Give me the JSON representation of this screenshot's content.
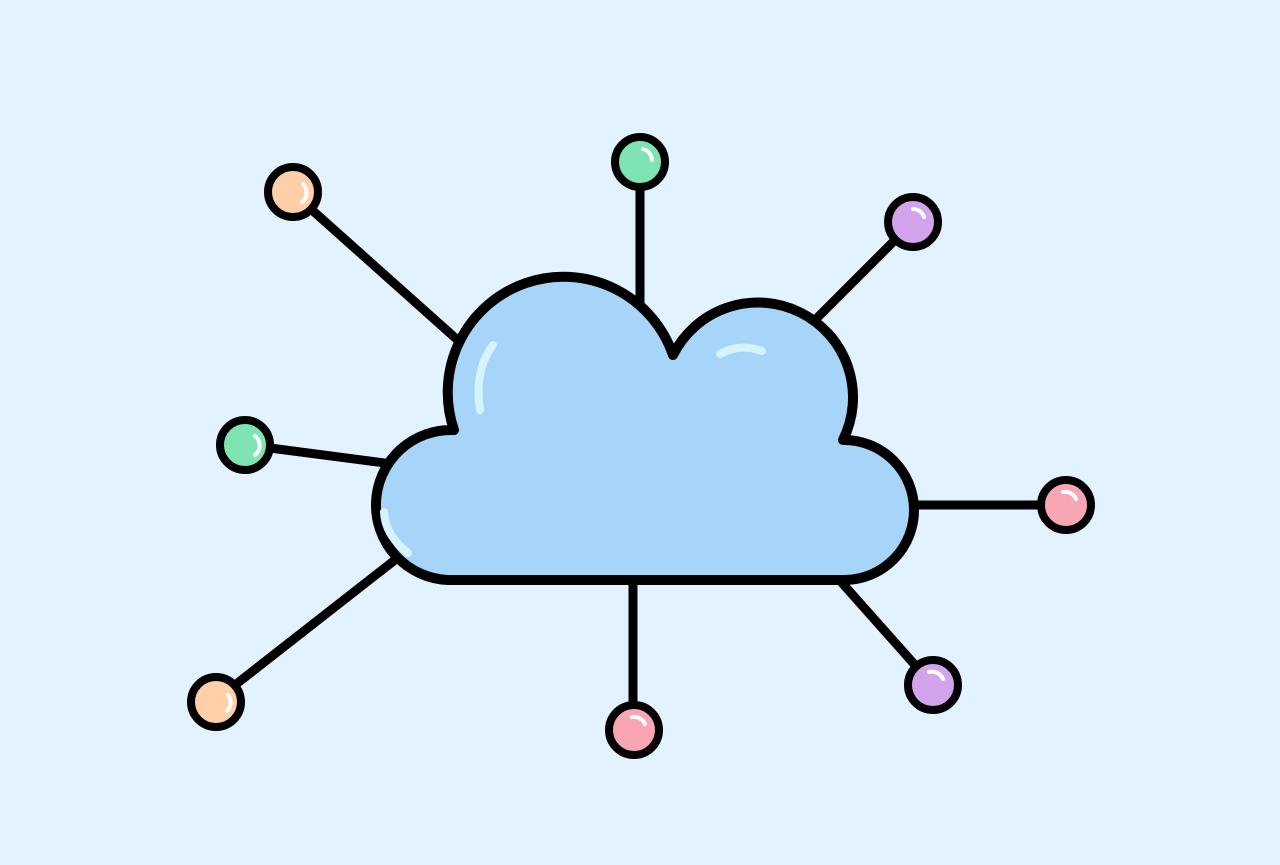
{
  "colors": {
    "background": "#e2f2ff",
    "cloud_fill": "#a6d5f9",
    "outline": "#000000",
    "highlight": "#d6f4ff",
    "green": "#7ee4b4",
    "peach": "#ffcfaa",
    "purple": "#d3a3ec",
    "pink": "#f9a6b4"
  },
  "illustration": {
    "subject": "cloud-icon",
    "nodes": [
      {
        "id": "top",
        "color": "green"
      },
      {
        "id": "top-left",
        "color": "peach"
      },
      {
        "id": "top-right",
        "color": "purple"
      },
      {
        "id": "left",
        "color": "green"
      },
      {
        "id": "right",
        "color": "pink"
      },
      {
        "id": "bottom-left",
        "color": "peach"
      },
      {
        "id": "bottom",
        "color": "pink"
      },
      {
        "id": "bottom-right",
        "color": "purple"
      }
    ]
  }
}
